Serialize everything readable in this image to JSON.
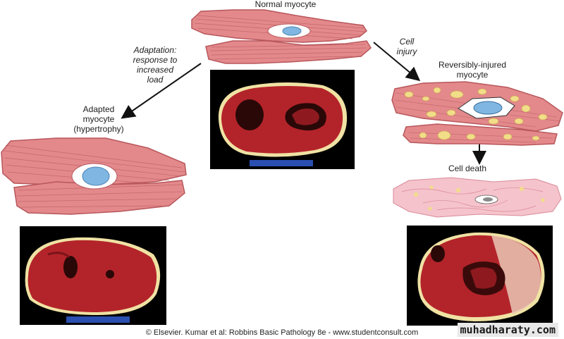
{
  "labels": {
    "normal": "Normal myocyte",
    "adaptation": "Adaptation:\nresponse to\nincreased\nload",
    "adapted": "Adapted\nmyocyte\n(hypertrophy)",
    "cell_injury": "Cell\ninjury",
    "reversible": "Reversibly-injured\nmyocyte",
    "cell_death": "Cell death"
  },
  "footer": "© Elsevier. Kumar et al: Robbins Basic Pathology 8e - www.studentconsult.com",
  "watermark": "muhadharaty.com",
  "colors": {
    "muscle": "#e3898b",
    "muscle_dark": "#b8575c",
    "tissue": "#b3242a",
    "nucleus": "#7fb6e2",
    "fat": "#f2dd88",
    "dead_cell": "#f5c3cb",
    "ruler": "#2a4fb0"
  }
}
